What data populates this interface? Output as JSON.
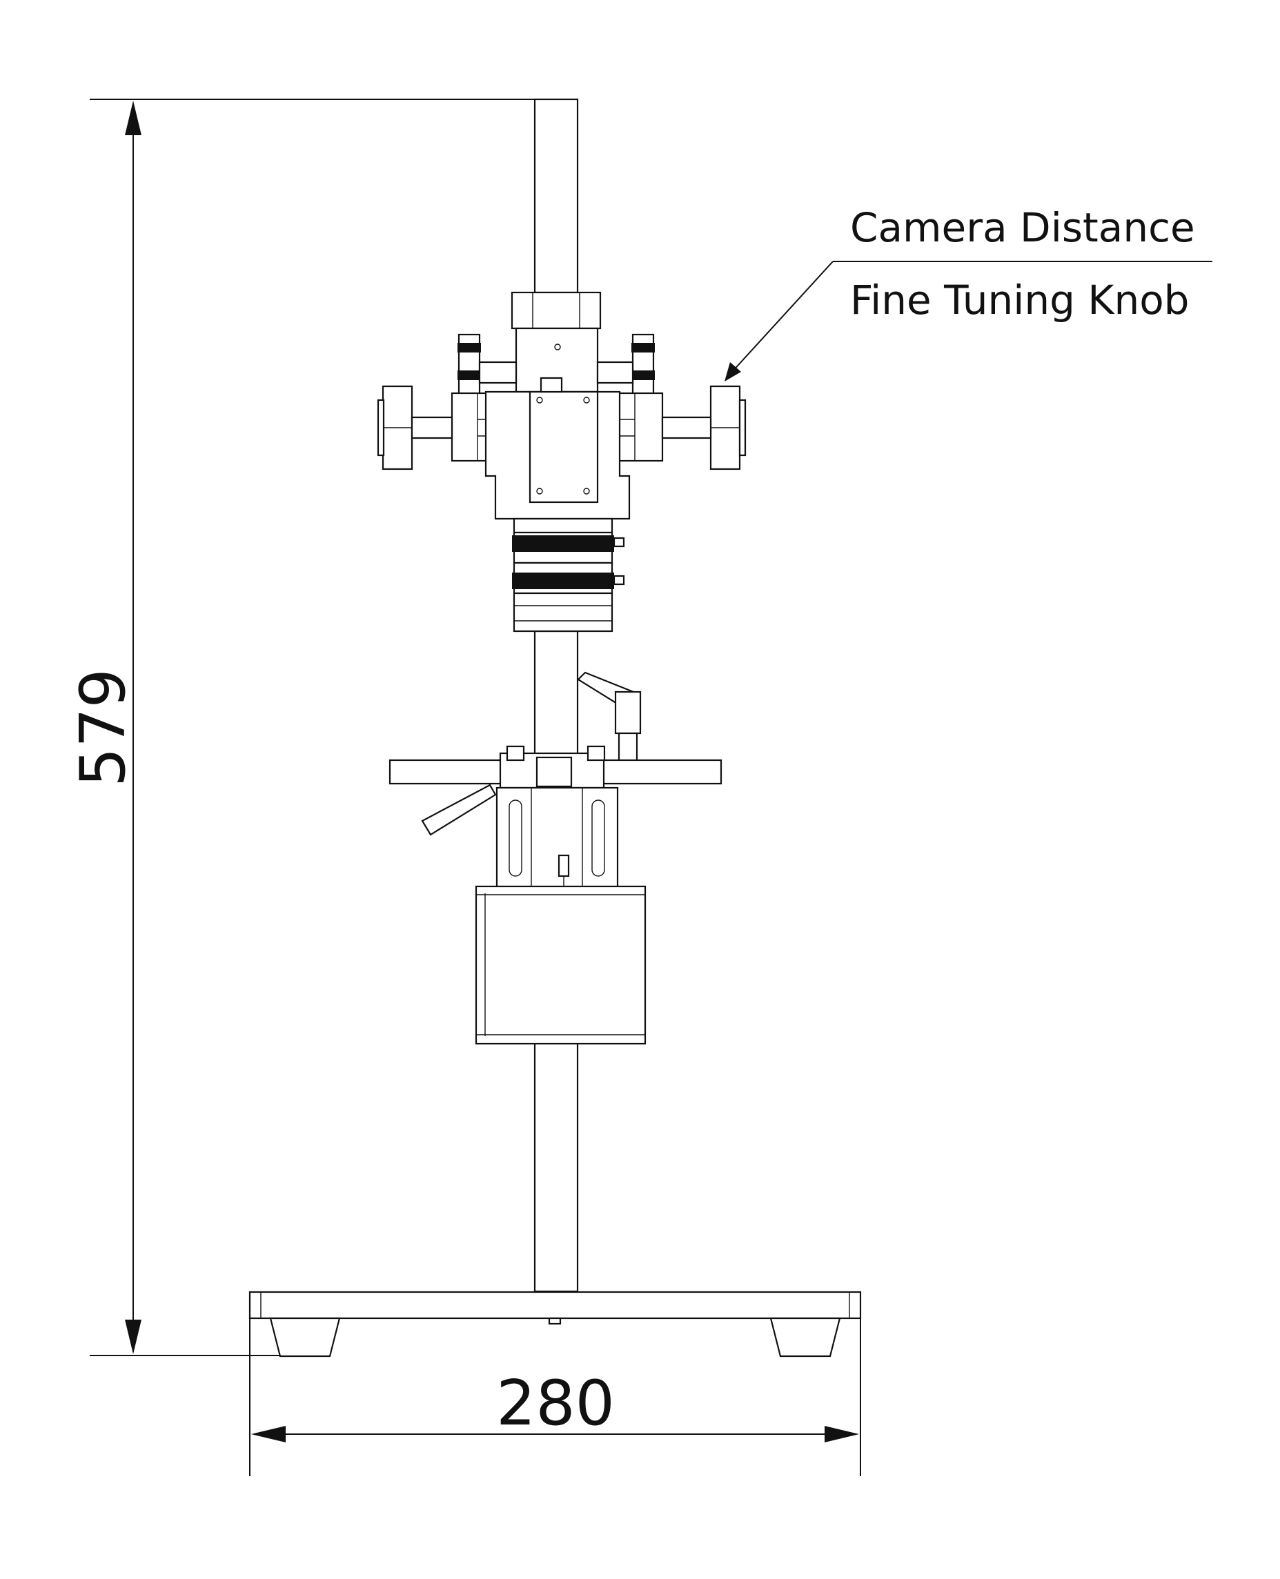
{
  "dimensions": {
    "height": "579",
    "width": "280"
  },
  "callout": {
    "line1": "Camera Distance",
    "line2": "Fine Tuning Knob"
  }
}
